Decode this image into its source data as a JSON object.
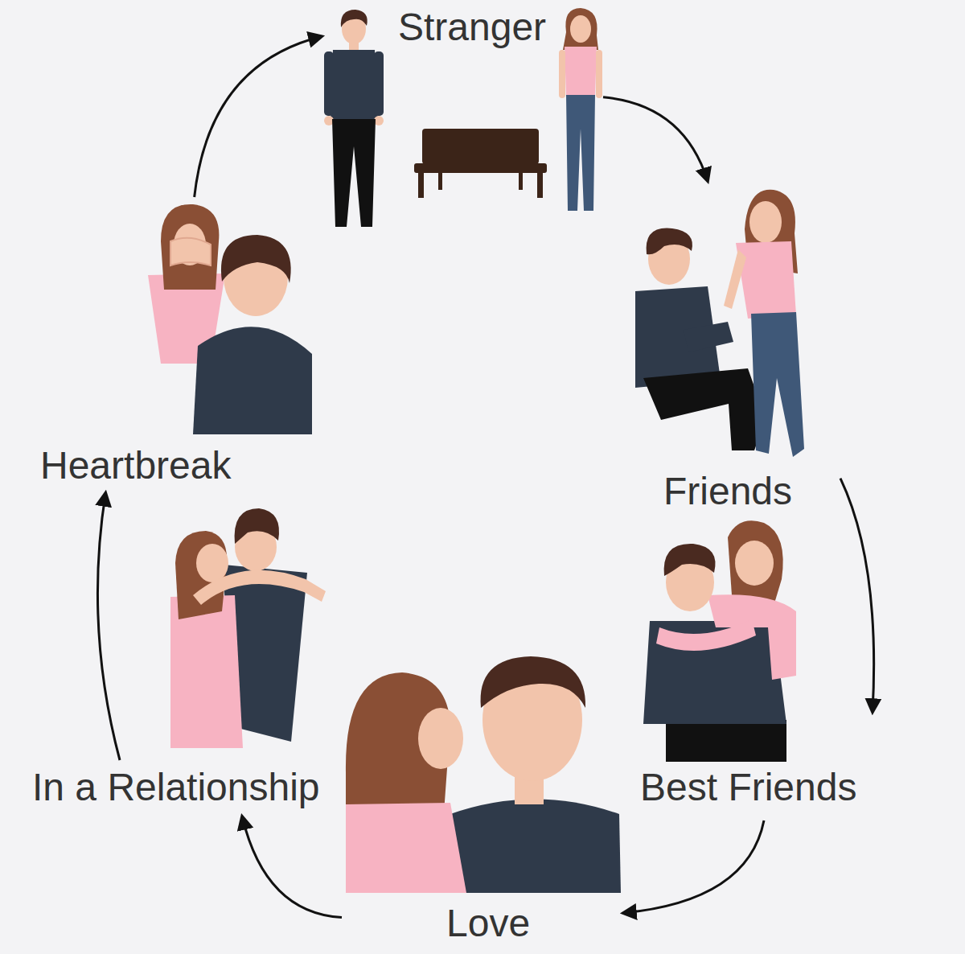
{
  "diagram": {
    "nodes": [
      {
        "text": [
          "Stranger"
        ]
      },
      {
        "text": [
          "Friends"
        ]
      },
      {
        "text": [
          "Best Friends"
        ]
      },
      {
        "text": [
          "Love"
        ]
      },
      {
        "text": [
          "In a Relationship"
        ]
      },
      {
        "text": [
          "Heartbreak"
        ]
      }
    ],
    "edges": [
      {
        "from": 0,
        "to": 1,
        "arrow": "to"
      },
      {
        "from": 1,
        "to": 2,
        "arrow": "to"
      },
      {
        "from": 2,
        "to": 3,
        "arrow": "to"
      },
      {
        "from": 3,
        "to": 4,
        "arrow": "to"
      },
      {
        "from": 4,
        "to": 5,
        "arrow": "to"
      },
      {
        "from": 5,
        "to": 0,
        "arrow": "to"
      }
    ]
  }
}
